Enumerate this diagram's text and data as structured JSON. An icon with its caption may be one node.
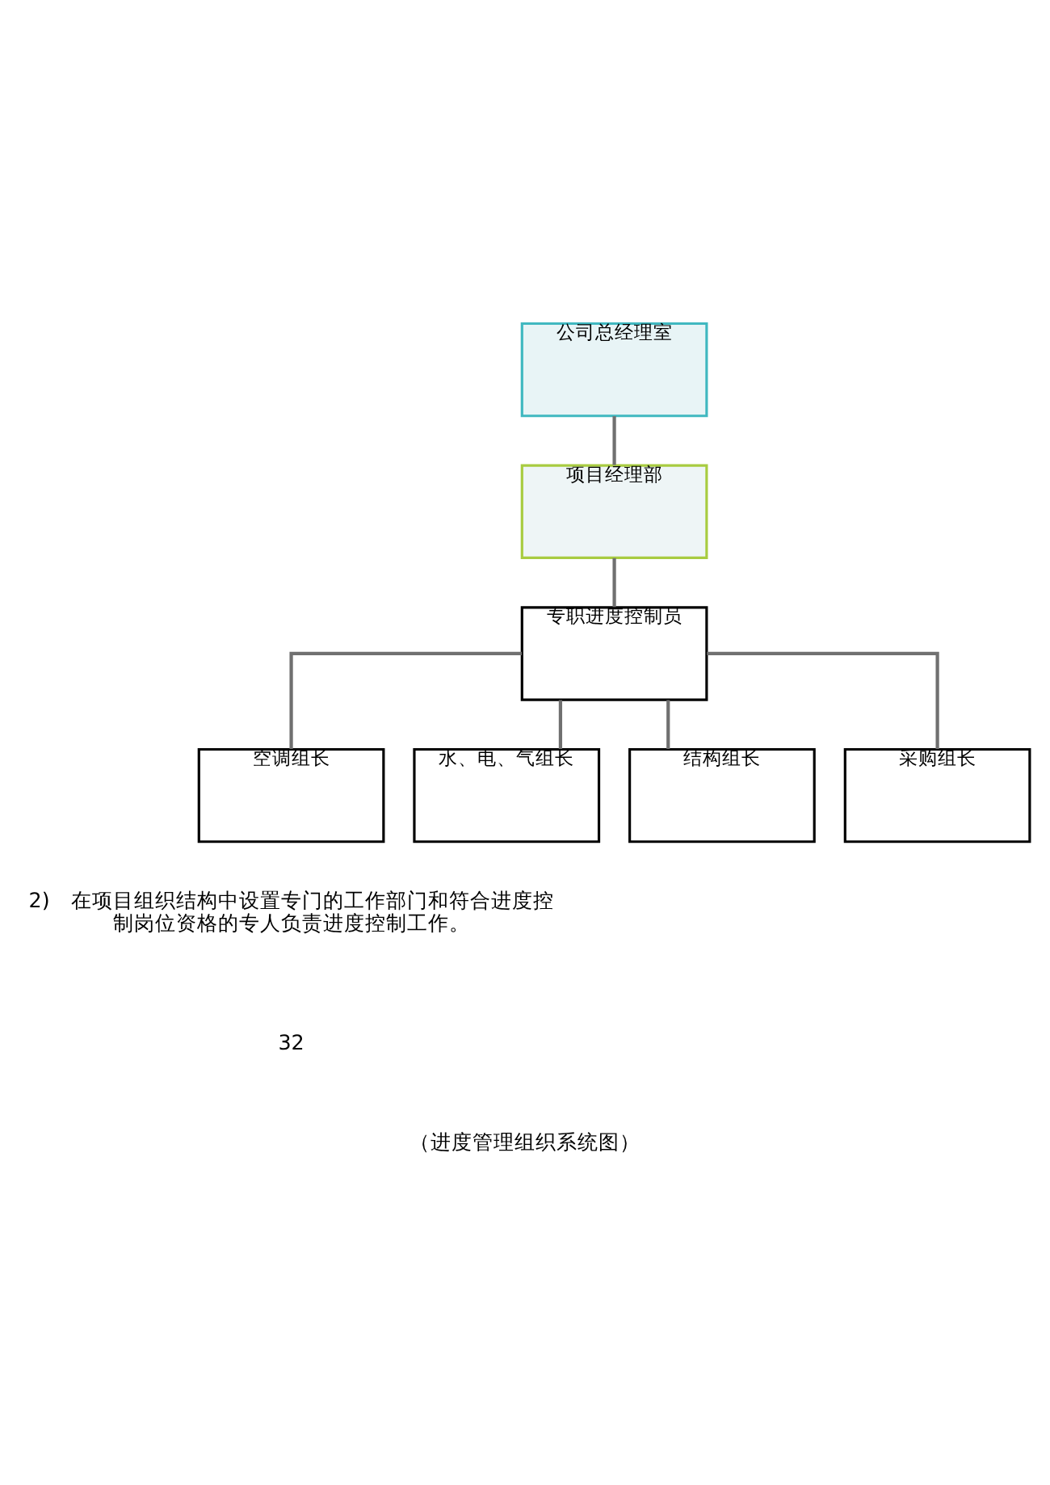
{
  "diagram": {
    "caption": "（进度管理组织系统图）",
    "nodes": [
      {
        "text": [
          "公司总经理室"
        ]
      },
      {
        "text": [
          "项目经理部"
        ]
      },
      {
        "text": [
          "专职进度控制员"
        ]
      },
      {
        "text": [
          "空调组长"
        ]
      },
      {
        "text": [
          "水、电、气组长"
        ]
      },
      {
        "text": [
          "结构组长"
        ]
      },
      {
        "text": [
          "采购组长"
        ]
      }
    ],
    "edges": [
      {
        "from": 0,
        "to": 1,
        "arrow": "none"
      },
      {
        "from": 1,
        "to": 2,
        "arrow": "none"
      },
      {
        "from": 2,
        "to": 3,
        "arrow": "none"
      },
      {
        "from": 2,
        "to": 4,
        "arrow": "none"
      },
      {
        "from": 2,
        "to": 5,
        "arrow": "none"
      },
      {
        "from": 2,
        "to": 6,
        "arrow": "none"
      }
    ],
    "labels": [
      "2)　在项目组织结构中设置专门的工作部门和符合进度控制岗位资格的专人负责进度控制工作。",
      "32"
    ]
  }
}
